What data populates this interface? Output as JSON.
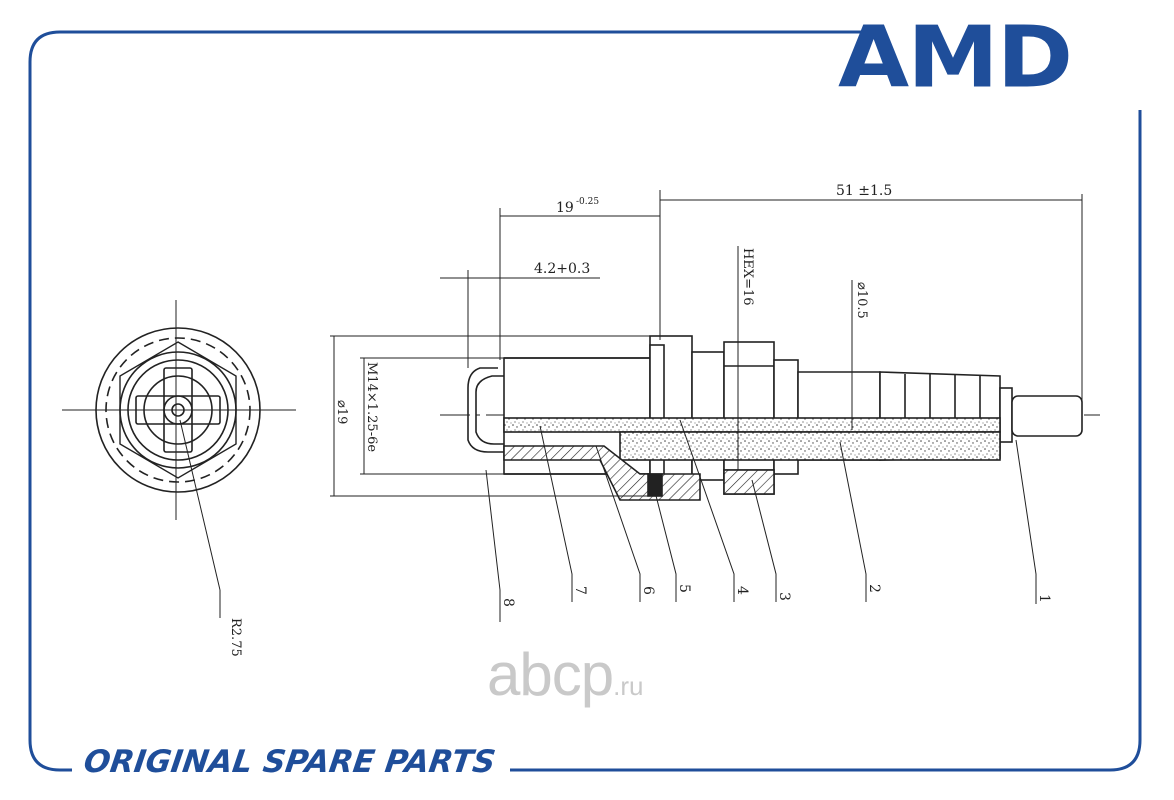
{
  "brand": {
    "logo_text": "AMD",
    "accent_color": "#1f4e9a"
  },
  "tagline": "ORIGINAL SPARE PARTS",
  "watermark": {
    "text": "abcp",
    "suffix": ".ru"
  },
  "drawing": {
    "dim_length": "51 ±1.5",
    "dim_reach": "19",
    "dim_reach_tol": "-0.25",
    "dim_gap": "4.2+0.3",
    "dim_hex": "HEX=16",
    "dim_d10": "⌀10.5",
    "dim_d19": "⌀19",
    "dim_thread": "M14×1.25-6e",
    "dim_radius": "R2.75",
    "callouts": [
      "1",
      "2",
      "3",
      "4",
      "5",
      "6",
      "7",
      "8"
    ]
  }
}
